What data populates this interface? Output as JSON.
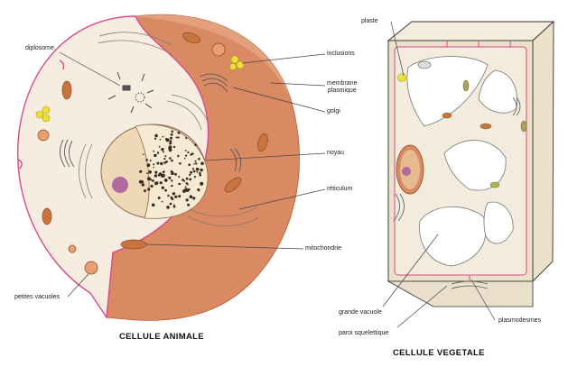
{
  "animal_cell": {
    "title": "CELLULE ANIMALE",
    "labels": {
      "diplosome": "diplosome",
      "inclusions": "inclusions",
      "membrane": "membrane\nplasmique",
      "golgi": "golgi",
      "noyau": "noyau",
      "reticulum": "réticulum",
      "mitochondrie": "mitochondrie",
      "petites_vacuoles": "petites vacuoles"
    }
  },
  "plant_cell": {
    "title": "CELLULE VEGETALE",
    "labels": {
      "plaste": "plaste",
      "grande_vacuole": "grande vacuole",
      "paroi": "paroi squelettique",
      "plasmodesmes": "plasmodesmes"
    }
  },
  "colors": {
    "cytoplasm": "#f4eadc",
    "membrane": "#d94a8c",
    "cut_face": "#d98a63",
    "cut_face_dark": "#c77552",
    "nucleus": "#f0dcc0",
    "nucleolus": "#b06aa0",
    "mitochondria": "#c9743f",
    "inclusion": "#f0e030",
    "plant_wall": "#ebe1cd",
    "vacuole": "#ffffff"
  }
}
